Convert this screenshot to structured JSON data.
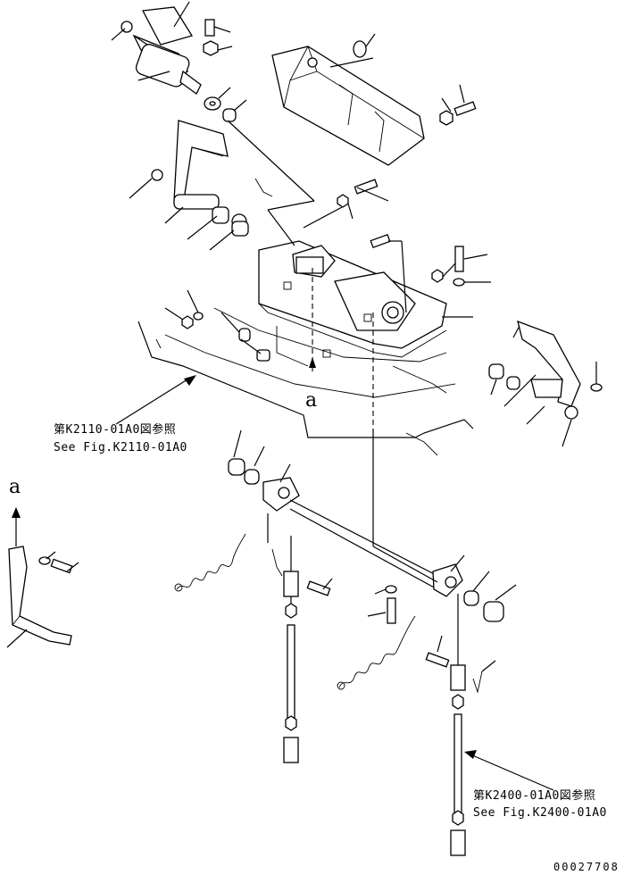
{
  "references": [
    {
      "jp": "第K2110-01A0図参照",
      "en": "See Fig.K2110-01A0"
    },
    {
      "jp": "第K2400-01A0図参照",
      "en": "See Fig.K2400-01A0"
    }
  ],
  "view_markers": [
    "a",
    "a"
  ],
  "drawing_code": "00027708"
}
